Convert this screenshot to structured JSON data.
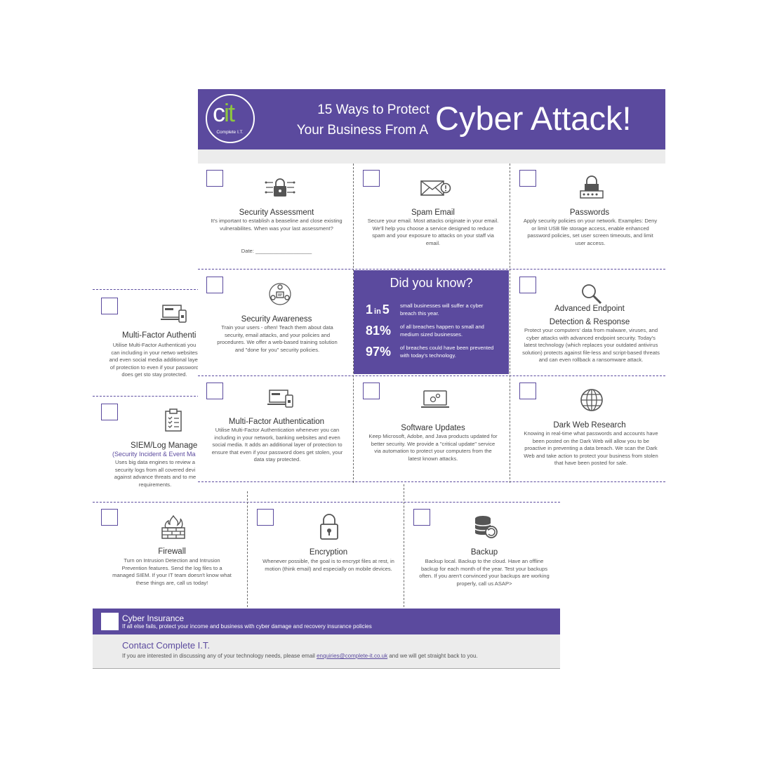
{
  "header": {
    "logo_text": "cit",
    "logo_sub": "Complete I.T.",
    "title_line1": "15 Ways to Protect",
    "title_line2": "Your Business From A",
    "title_big": "Cyber Attack!"
  },
  "colors": {
    "purple": "#5b4a9e",
    "gray_bar": "#ececec",
    "logo_green": "#8dc63f"
  },
  "items": {
    "security_assessment": {
      "title": "Security Assessment",
      "body": "It's important to establish a beaseline and close existing vulnerabilites. When was your last assessment?",
      "date": "Date: ___________________",
      "icon": "lock-network-icon"
    },
    "spam_email": {
      "title": "Spam Email",
      "body": "Secure your email. Most attacks originate in your email. We'll help you choose a service designed to reduce spam and your exposure to attacks on your staff via email.",
      "icon": "envelope-alert-icon"
    },
    "passwords": {
      "title": "Passwords",
      "body": "Apply security policies on your network. Examples: Deny or limit USB file storage access, enable enhanced password policies, set user screen timeouts, and limit user access.",
      "icon": "password-lock-icon"
    },
    "security_awareness": {
      "title": "Security Awareness",
      "body": "Train your users - often! Teach them about data security, email attacks, and your policies and procedures. We offer a web-based training solution and \"done for you\" security policies.",
      "icon": "people-network-icon"
    },
    "advanced_endpoint": {
      "title_line1": "Advanced Endpoint",
      "title_line2": "Detection & Response",
      "body": "Protect your computers' data from malware, viruses, and cyber attacks with advanced endpoint security. Today's latest technology (which replaces your outdated antivirus solution) protects against file-less and script-based threats and can even rollback a ransomware attack.",
      "icon": "magnifier-icon"
    },
    "mfa_back": {
      "title": "Multi-Factor Authenti",
      "body": "Utilise Multi-Factor Authenticati you can including in your netwo websites and even social media additional layer of protection to even if your password does get sto stay protected.",
      "icon": "laptop-phone-icon"
    },
    "mfa": {
      "title": "Multi-Factor Authentication",
      "body": "Utilise Multi-Factor Authentication whenever you can including in your network, banking websites and even social media. It adds an additional layer of protection to ensure that even if your password does get stolen, your data stay protected.",
      "icon": "laptop-phone-icon"
    },
    "software_updates": {
      "title": "Software Updates",
      "body": "Keep Microsoft, Adobe, and Java products updated for better security. We provide a \"critical update\" service via automation to protect your computers from the latest known attacks.",
      "icon": "laptop-gears-icon"
    },
    "dark_web": {
      "title": "Dark Web Research",
      "body": "Knowing in real-time what passwords and accounts have been posted on the Dark Web will allow you to be proactive in preventing a data breach. We scan the Dark Web and take action to protect your business from stolen that have been posted for sale.",
      "icon": "globe-icon"
    },
    "siem": {
      "title": "SIEM/Log Managen",
      "subtitle": "(Security Incident & Event Ma",
      "body": "Uses big data engines to review a security logs from all covered devi against advance threats and to me requirements.",
      "icon": "clipboard-checklist-icon"
    },
    "firewall": {
      "title": "Firewall",
      "body": "Turn on Intrusion Detection and Intrusion Prevention features. Send the log files to a managed SIEM. If your IT team doesn't know what these things are, call us today!",
      "icon": "firewall-icon"
    },
    "encryption": {
      "title": "Encryption",
      "body": "Whenever possible, the goal is to encrypt files at rest, in motion (think email) and especially on mobile devices.",
      "icon": "padlock-icon"
    },
    "backup": {
      "title": "Backup",
      "body": "Backup local. Backup to the cloud. Have an offline backup for each month of the year. Test your backups often. If you aren't convinced your backups are working properly, call us ASAP>",
      "icon": "database-backup-icon"
    }
  },
  "did_you_know": {
    "title": "Did you know?",
    "stats": [
      {
        "big": "1",
        "mid": "in",
        "big2": "5",
        "text": "small businesses will suffer a cyber breach this year."
      },
      {
        "big": "81%",
        "text": "of all breaches happen to small and medium sized businesses."
      },
      {
        "big": "97%",
        "text": "of breaches could have been prevented with today's technology."
      }
    ]
  },
  "cyber_insurance": {
    "title": "Cyber Insurance",
    "body": "If all else fails, protect your income and business with cyber damage and recovery insurance policies"
  },
  "contact": {
    "title": "Contact Complete I.T.",
    "text_before": "If you are interested in discussing any of your technology needs, please email ",
    "email": "enquiries@complete-it.co.uk",
    "text_after": " and we will get straight back to you."
  }
}
